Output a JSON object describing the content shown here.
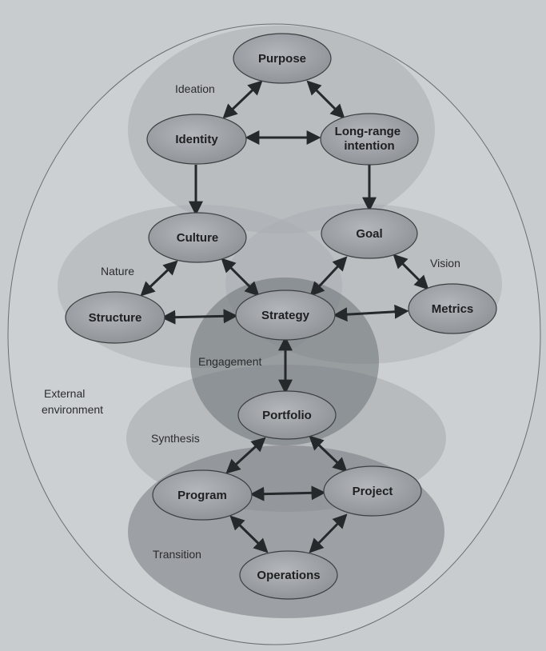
{
  "colors": {
    "background": "#c9cccf",
    "node_fill": "#9ea2a6",
    "node_stroke": "#3c3f42",
    "arrow": "#26292c"
  },
  "zones": {
    "ideation": "Ideation",
    "nature": "Nature",
    "vision": "Vision",
    "engagement": "Engagement",
    "synthesis": "Synthesis",
    "transition": "Transition",
    "external_line1": "External",
    "external_line2": "environment"
  },
  "nodes": {
    "purpose": "Purpose",
    "identity": "Identity",
    "long_range_line1": "Long-range",
    "long_range_line2": "intention",
    "culture": "Culture",
    "goal": "Goal",
    "structure": "Structure",
    "strategy": "Strategy",
    "metrics": "Metrics",
    "portfolio": "Portfolio",
    "program": "Program",
    "project": "Project",
    "operations": "Operations"
  },
  "edges": [
    {
      "from": "identity",
      "to": "purpose",
      "direction": "both"
    },
    {
      "from": "purpose",
      "to": "long_range",
      "direction": "both"
    },
    {
      "from": "identity",
      "to": "long_range",
      "direction": "both"
    },
    {
      "from": "identity",
      "to": "culture",
      "direction": "forward"
    },
    {
      "from": "long_range",
      "to": "goal",
      "direction": "forward"
    },
    {
      "from": "structure",
      "to": "culture",
      "direction": "both"
    },
    {
      "from": "culture",
      "to": "strategy",
      "direction": "both"
    },
    {
      "from": "structure",
      "to": "strategy",
      "direction": "both"
    },
    {
      "from": "strategy",
      "to": "goal",
      "direction": "both"
    },
    {
      "from": "goal",
      "to": "metrics",
      "direction": "both"
    },
    {
      "from": "strategy",
      "to": "metrics",
      "direction": "both"
    },
    {
      "from": "strategy",
      "to": "portfolio",
      "direction": "both"
    },
    {
      "from": "portfolio",
      "to": "program",
      "direction": "both"
    },
    {
      "from": "portfolio",
      "to": "project",
      "direction": "both"
    },
    {
      "from": "program",
      "to": "project",
      "direction": "both"
    },
    {
      "from": "program",
      "to": "operations",
      "direction": "both"
    },
    {
      "from": "project",
      "to": "operations",
      "direction": "both"
    }
  ]
}
